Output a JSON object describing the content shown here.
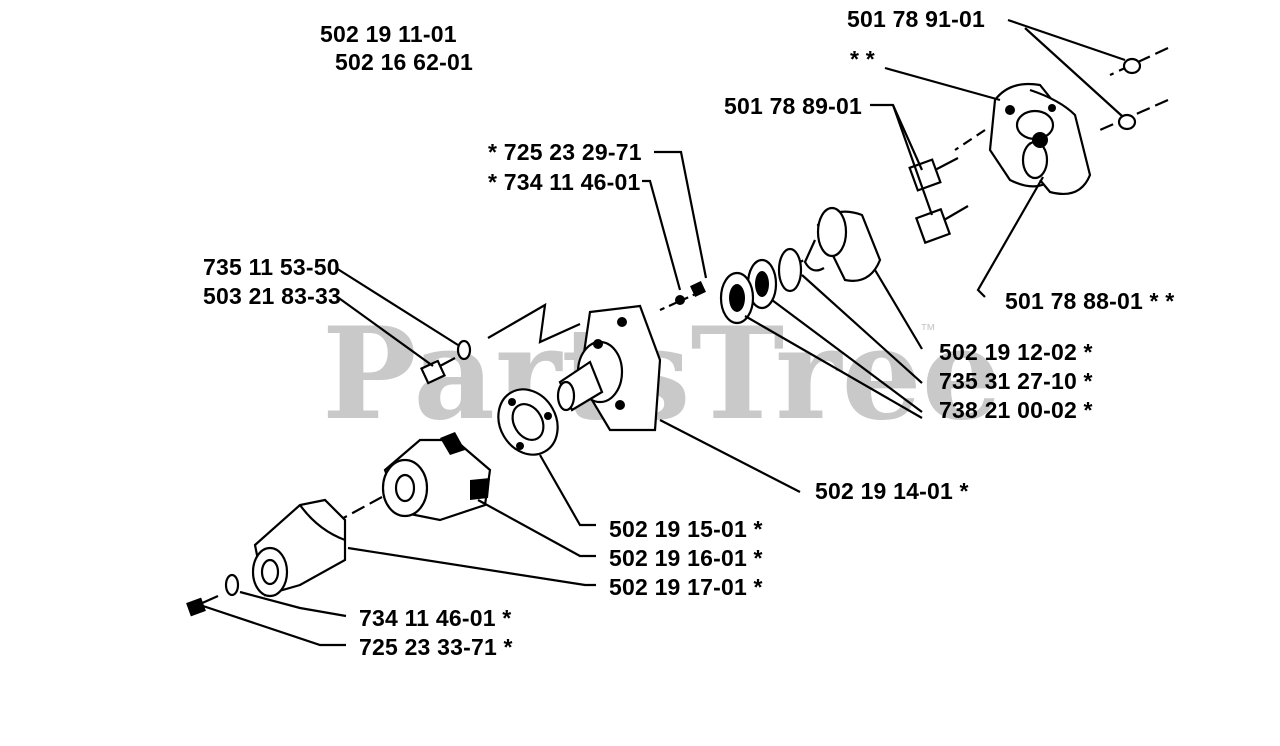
{
  "watermark": {
    "text": "PartsTree",
    "trademark": "™"
  },
  "labels": {
    "assy_1": "502 19 11-01",
    "assy_2": "502 16 62-01",
    "washer_top": "501 78 91-01",
    "clutch_star": "* *",
    "bolt_top": "501 78 89-01",
    "screw_1": "*  725 23 29-71",
    "washer_1": "*  734 11 46-01",
    "screw_2": "735 11 53-50",
    "washer_2": "503 21 83-33",
    "clutch_assy": "501 78 88-01  * *",
    "drum": "502 19 12-02  *",
    "bearing": "735 31 27-10  *",
    "ring": "738 21 00-02  *",
    "housing": "502 19 14-01  *",
    "gasket": "502 19 15-01  *",
    "hub": "502 19 16-01  *",
    "cover": "502 19 17-01  *",
    "washer_3": "734 11 46-01  *",
    "screw_3": "725 23 33-71  *"
  }
}
